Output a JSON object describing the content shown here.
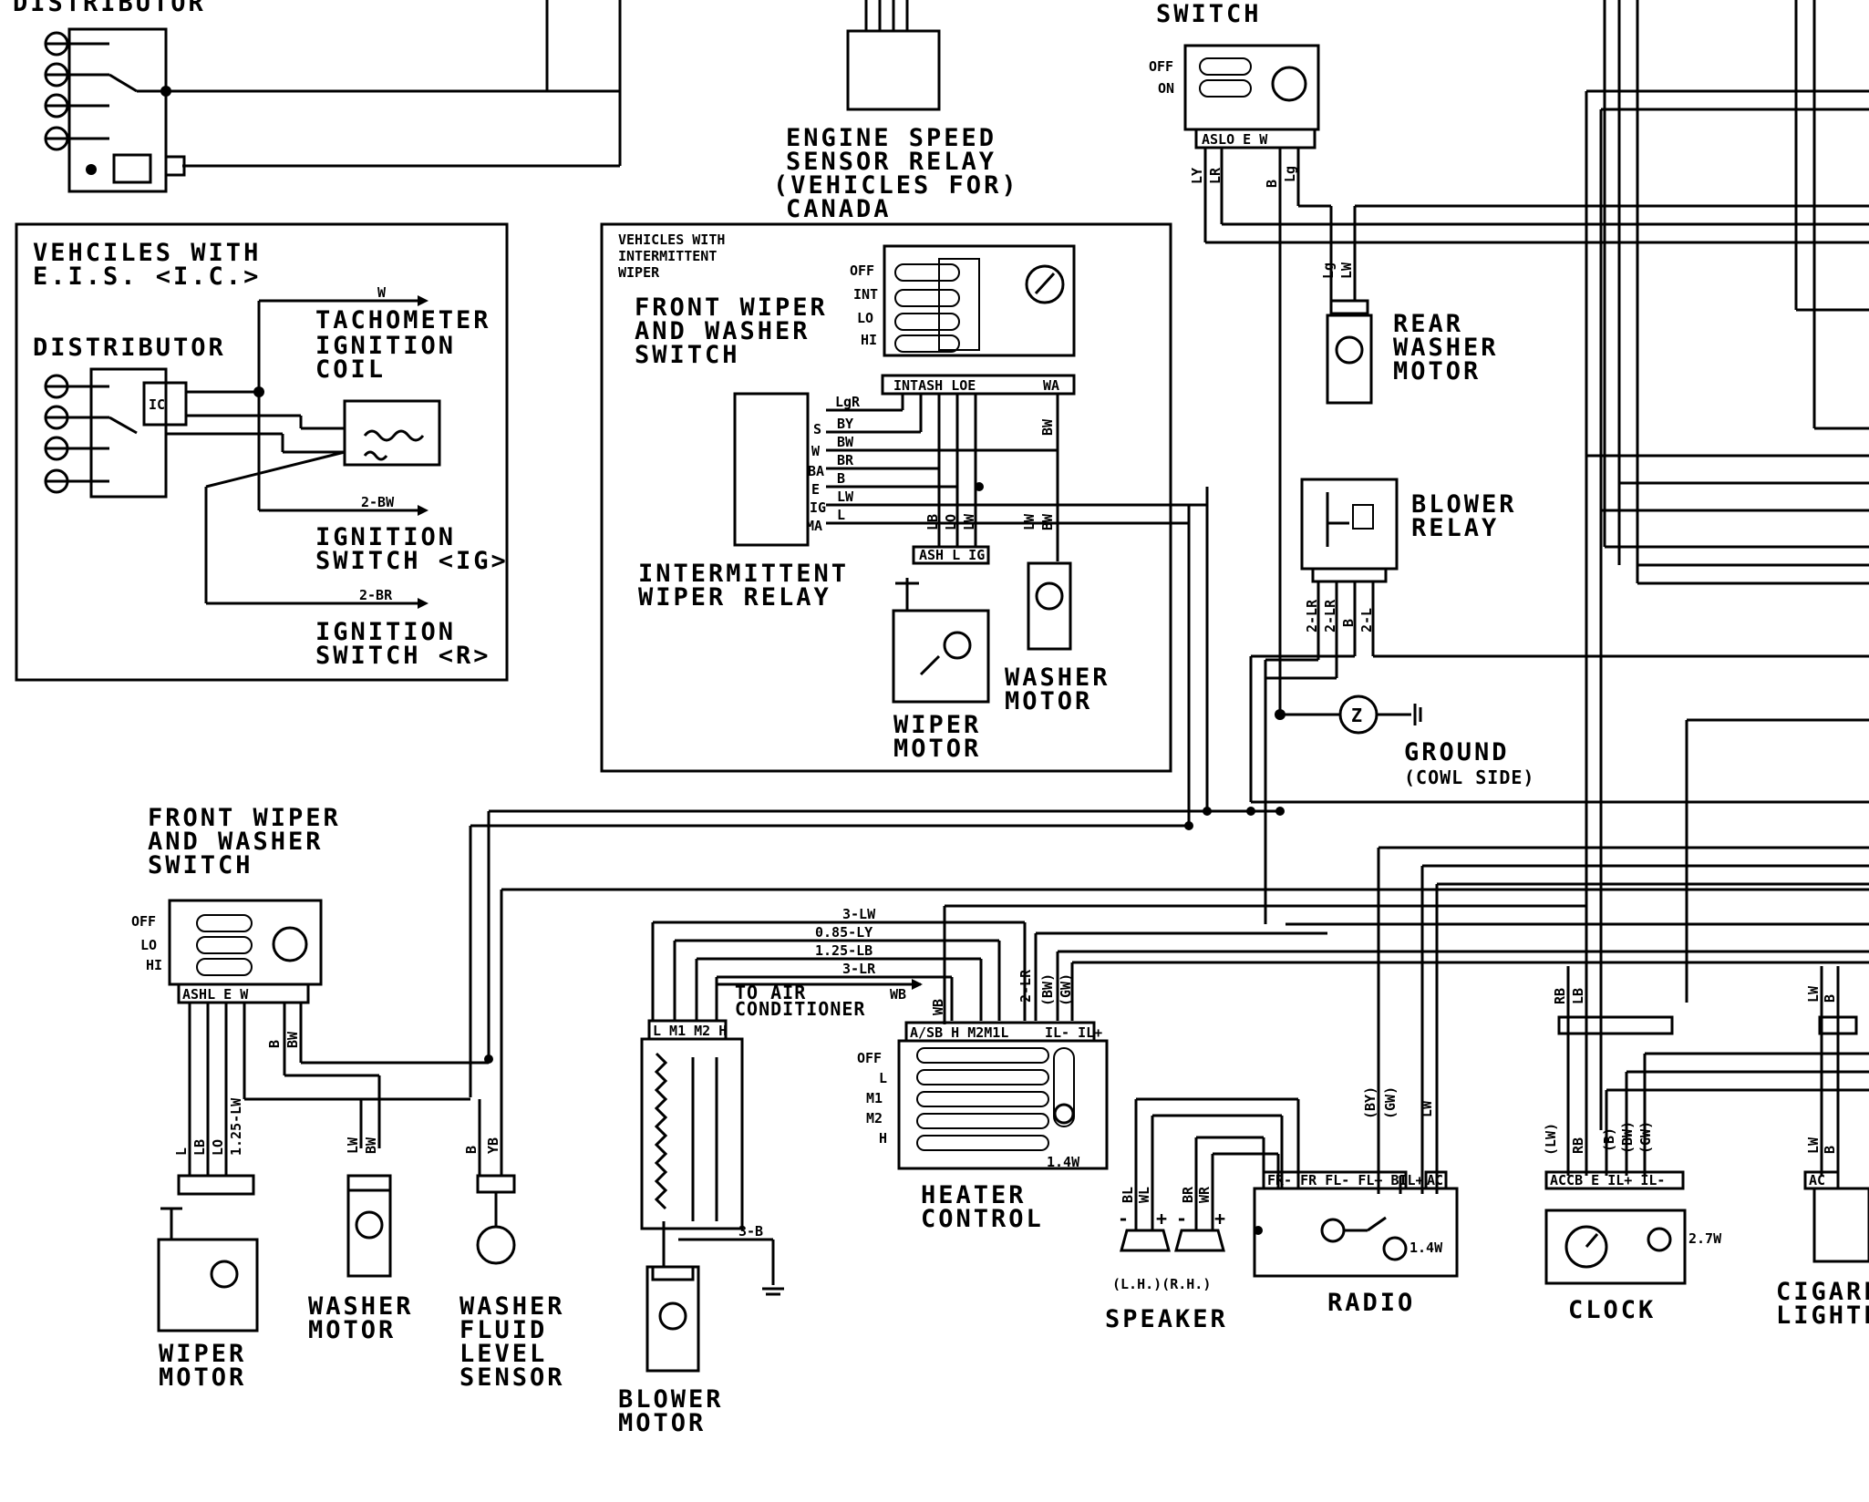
{
  "title": "",
  "labels": {
    "distributor_top": "DISTRIBUTOR",
    "switch_top": "SWITCH",
    "eis_header_1": "VEHCILES WITH",
    "eis_header_2": "E.I.S. <I.C.>",
    "distributor": "DISTRIBUTOR",
    "tachometer": "TACHOMETER",
    "ignition_coil_1": "IGNITION",
    "ignition_coil_2": "COIL",
    "ign_switch_ig_1": "IGNITION",
    "ign_switch_ig_2": "SWITCH <IG>",
    "ign_switch_r_1": "IGNITION",
    "ign_switch_r_2": "SWITCH <R>",
    "engine_speed_1": "ENGINE SPEED",
    "engine_speed_2": "SENSOR RELAY",
    "engine_speed_3": "(VEHICLES FOR)",
    "engine_speed_4": "CANADA",
    "intermittent_header_1": "VEHICLES WITH",
    "intermittent_header_2": "INTERMITTENT",
    "intermittent_header_3": "WIPER",
    "fw_switch_1": "FRONT WIPER",
    "fw_switch_2": "AND WASHER",
    "fw_switch_3": "SWITCH",
    "int_relay_1": "INTERMITTENT",
    "int_relay_2": "WIPER RELAY",
    "wiper_motor_1": "WIPER",
    "wiper_motor_2": "MOTOR",
    "washer_motor_1": "WASHER",
    "washer_motor_2": "MOTOR",
    "rear_washer_1": "REAR",
    "rear_washer_2": "WASHER",
    "rear_washer_3": "MOTOR",
    "blower_relay_1": "BLOWER",
    "blower_relay_2": "RELAY",
    "ground_1": "GROUND",
    "ground_2": "(COWL SIDE)",
    "fw2_1": "FRONT WIPER",
    "fw2_2": "AND WASHER",
    "fw2_3": "SWITCH",
    "wiper2_1": "WIPER",
    "wiper2_2": "MOTOR",
    "washer2_1": "WASHER",
    "washer2_2": "MOTOR",
    "fluid_1": "WASHER",
    "fluid_2": "FLUID",
    "fluid_3": "LEVEL",
    "fluid_4": "SENSOR",
    "blower_motor_1": "BLOWER",
    "blower_motor_2": "MOTOR",
    "to_ac_1": "TO AIR",
    "to_ac_2": "CONDITIONER",
    "heater_1": "HEATER",
    "heater_2": "CONTROL",
    "speaker": "SPEAKER",
    "speaker_sides": "(L.H.)(R.H.)",
    "radio": "RADIO",
    "clock": "CLOCK",
    "cigar_1": "CIGARE",
    "cigar_2": "LIGHTE"
  },
  "switch_positions": {
    "rear_switch": [
      "OFF",
      "ON"
    ],
    "front_wiper_int": [
      "OFF",
      "INT",
      "LO",
      "HI"
    ],
    "front_wiper": [
      "OFF",
      "LO",
      "HI"
    ],
    "heater": [
      "OFF",
      "L",
      "M1",
      "M2",
      "H"
    ]
  },
  "pin_labels": {
    "rear_switch": "ASLO   E W",
    "fw_int_switch_left": "INTASH LOE",
    "fw_int_switch_right": "WA",
    "int_relay_pins": [
      "S",
      "W",
      "BA",
      "E",
      "IG",
      "MA"
    ],
    "wiper_motor_int": "ASH L IG",
    "fw2_switch": "ASHL   E W",
    "blower_motor_conn": "L M1 M2 H",
    "heater_left": "A/SB H M2M1L",
    "heater_right": "IL- IL+",
    "radio_conn": "FR- FR FL- FL+ BIL+",
    "radio_ac": "AC",
    "clock_conn": "ACCB   E IL+ IL-",
    "cigar_conn": "AC",
    "ic": "IC"
  },
  "wire_labels": {
    "w_top": "W",
    "bw_2": "2-BW",
    "br_2": "2-BR",
    "lgr": "LgR",
    "by": "BY",
    "bw": "BW",
    "br": "BR",
    "b": "B",
    "lw": "LW",
    "l": "L",
    "lb": "LB",
    "lo": "LO",
    "bw_v": "BW",
    "ly": "LY",
    "lr": "LR",
    "lg": "Lg",
    "lr_2a": "2-LR",
    "lr_2b": "2-LR",
    "l_2": "2-L",
    "lw_3": "3-LW",
    "ly_085": "0.85-LY",
    "lb_125": "1.25-LB",
    "lr_3": "3-LR",
    "wb": "WB",
    "lr_2c": "2-LR",
    "bw_p": "(BW)",
    "gw_p": "(GW)",
    "lw_125": "1.25-LW",
    "yb": "YB",
    "b_3": "3-B",
    "bl": "BL",
    "wl": "WL",
    "wr": "WR",
    "by_p": "(BY)",
    "rb": "RB",
    "lw_p": "(LW)",
    "b_p": "(B)"
  },
  "bulb_ratings": {
    "heater": "1.4W",
    "radio": "1.4W",
    "clock": "2.7W"
  }
}
